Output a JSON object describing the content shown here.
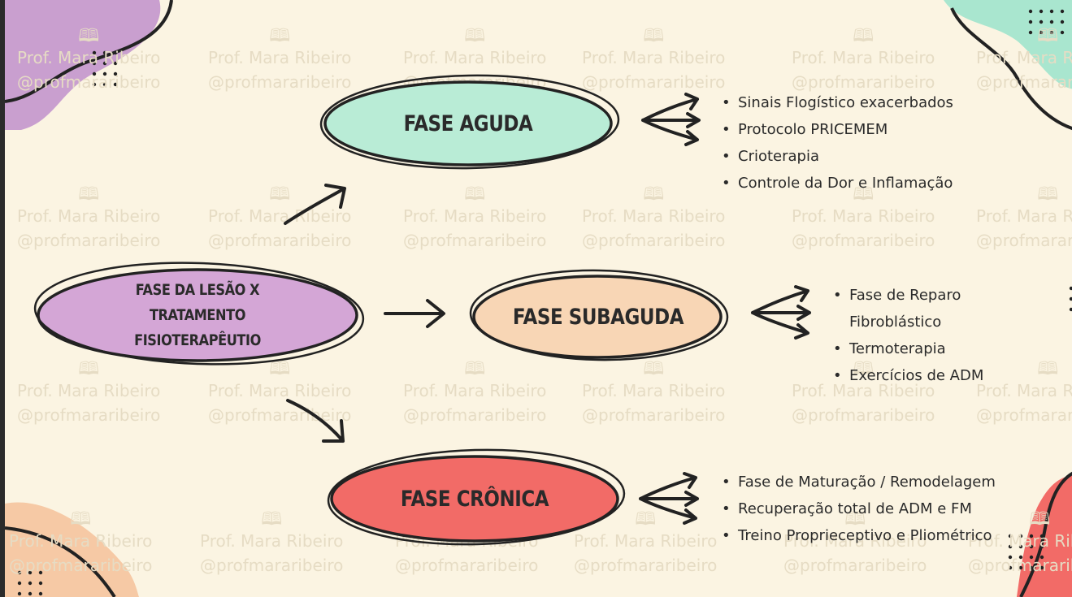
{
  "watermark": {
    "line1": "Prof. Mara Ribeiro",
    "line2": "@profmararibeiro",
    "icon": "book-icon"
  },
  "nodes": {
    "lesao": "FASE DA LESÃO X\nTRATAMENTO\nFISIOTERAPÊUTIO",
    "aguda": "FASE AGUDA",
    "subaguda": "FASE SUBAGUDA",
    "cronica": "FASE CRÔNICA"
  },
  "lists": {
    "aguda": [
      "Sinais Flogístico exacerbados",
      "Protocolo PRICEMEM",
      "Crioterapia",
      "Controle da Dor e Inflamação"
    ],
    "subaguda": [
      "Fase de Reparo",
      "Fibroblástico",
      "Termoterapia",
      "Exercícios de ADM"
    ],
    "cronica": [
      "Fase de Maturação / Remodelagem",
      "Recuperação total de ADM e FM",
      "Treino Proprieceptivo e Pliométrico"
    ]
  },
  "colors": {
    "background": "#fbf4e2",
    "aguda": "#b9ecd6",
    "subaguda": "#f8d6b5",
    "cronica": "#f26b67",
    "lesao": "#d4a6d6",
    "blob_purple": "#c99fcf",
    "blob_mint": "#a9e6cf",
    "blob_peach": "#f6c9a5",
    "blob_red": "#f26b67",
    "ink": "#2a2a2a"
  }
}
